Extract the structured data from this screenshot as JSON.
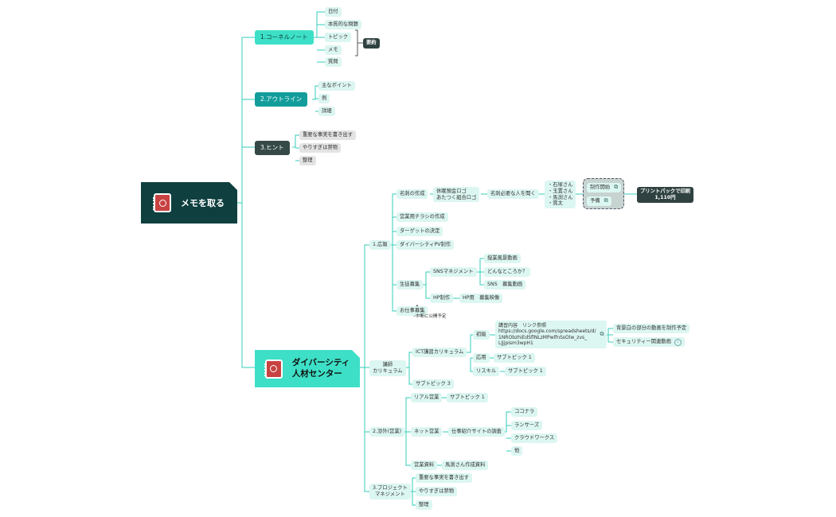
{
  "root1": {
    "title": "メモを取る"
  },
  "root2": {
    "title": "ダイバーシティ\n人材センター"
  },
  "branch1": {
    "title": "1.コーネルノート",
    "items": [
      "日付",
      "本質的な問題",
      "トピック",
      "メモ",
      "質問"
    ],
    "summary": "要約"
  },
  "branch2": {
    "title": "2.アウトライン",
    "items": [
      "主なポイント",
      "例",
      "詳細"
    ]
  },
  "branch3": {
    "title": "3.ヒント",
    "items": [
      "重要な事実を書き出す",
      "やりすぎは禁物",
      "整理"
    ]
  },
  "koho": {
    "title": "1.広報",
    "meishi": "名刺の作成",
    "logo": "休眠預金ロゴ\nあたつく組合ロゴ",
    "need": "名刺必要な人を聞く",
    "people": "・石塚さん\n・玉置さん\n・馬渕さん\n・賞太",
    "seisaku": "制作開始",
    "yoyaku": "予備",
    "print": "プリントパックで印刷\n1,110円",
    "chirashi": "営業用チラシの作成",
    "target": "ターゲットの決定",
    "pv": "ダイバーシティPV制作",
    "recruit": "生徒募集",
    "sns": "SNSマネジメント",
    "sns_items": [
      "授業風景動画",
      "どんなところか？",
      "SNS　募集動画"
    ],
    "hp": "HP制作",
    "hp_item": "HP用　募集映像",
    "job": "お仕事募集",
    "note": "中断に公開予定"
  },
  "kouza": {
    "title": "講師\nカリキュラム",
    "ict": "ICT講習カリキュラム",
    "shoki": "初級",
    "shoki_detail": "講習内容　リンク参照\nhttps://docs.google.com/spreadsheets/d/\n1NRObzhiEdSflNLzMPwlfnSsOlw_zvs_\nLJjjpism3wpH1",
    "shoki_sub": [
      "背景白の部分の動画を制作予定",
      "セキュリティー関連動画"
    ],
    "oyo": "応用",
    "oyo_sub": "サブトピック 1",
    "reskill": "リスキル",
    "reskill_sub": "サブトピック 1",
    "sub3": "サブトピック 3"
  },
  "eigyo": {
    "title": "2.渉外(営業)",
    "real": "リアル営業",
    "real_sub": "サブトピック 1",
    "net": "ネット営業",
    "net_sub": "仕事紹介サイトの調査",
    "sites": [
      "ココナラ",
      "ランサーズ",
      "クラウドワークス",
      "他"
    ],
    "shiryo": "営業資料",
    "shiryo_sub": "馬渕さん作成資料"
  },
  "project": {
    "title": "3.プロジェクト\nマネジメント",
    "items": [
      "重要な事実を書き出す",
      "やりすぎは禁物",
      "整理"
    ]
  },
  "colors": {
    "teal_line": "#33cdb8",
    "hub1": "#0f3f3f",
    "hub2": "#3de0c6",
    "light": "#dcf6f1"
  },
  "icons": [
    "notebook-icon",
    "external-link-icon",
    "info-icon"
  ]
}
